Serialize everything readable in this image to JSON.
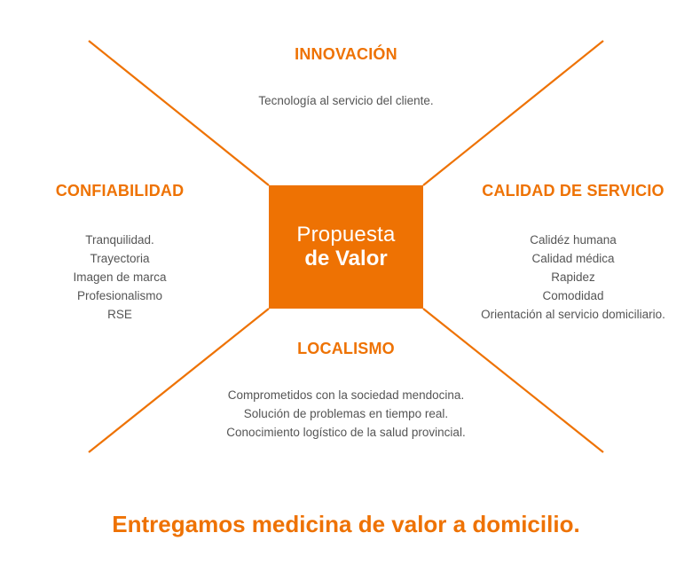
{
  "colors": {
    "accent": "#ee7203",
    "text": "#555555"
  },
  "center": {
    "line1": "Propuesta",
    "line2": "de Valor"
  },
  "sections": {
    "top": {
      "title": "INNOVACIÓN",
      "items": [
        "Tecnología al servicio del cliente."
      ]
    },
    "left": {
      "title": "CONFIABILIDAD",
      "items": [
        "Tranquilidad.",
        "Trayectoria",
        "Imagen de marca",
        "Profesionalismo",
        "RSE"
      ]
    },
    "right": {
      "title": "CALIDAD DE SERVICIO",
      "items": [
        "Calidéz humana",
        "Calidad médica",
        "Rapidez",
        "Comodidad",
        "Orientación al servicio domiciliario."
      ]
    },
    "bottom": {
      "title": "LOCALISMO",
      "items": [
        "Comprometidos con la sociedad mendocina.",
        "Solución de problemas en tiempo real.",
        "Conocimiento logístico de la salud provincial."
      ]
    }
  },
  "tagline": "Entregamos medicina de valor a domicilio."
}
